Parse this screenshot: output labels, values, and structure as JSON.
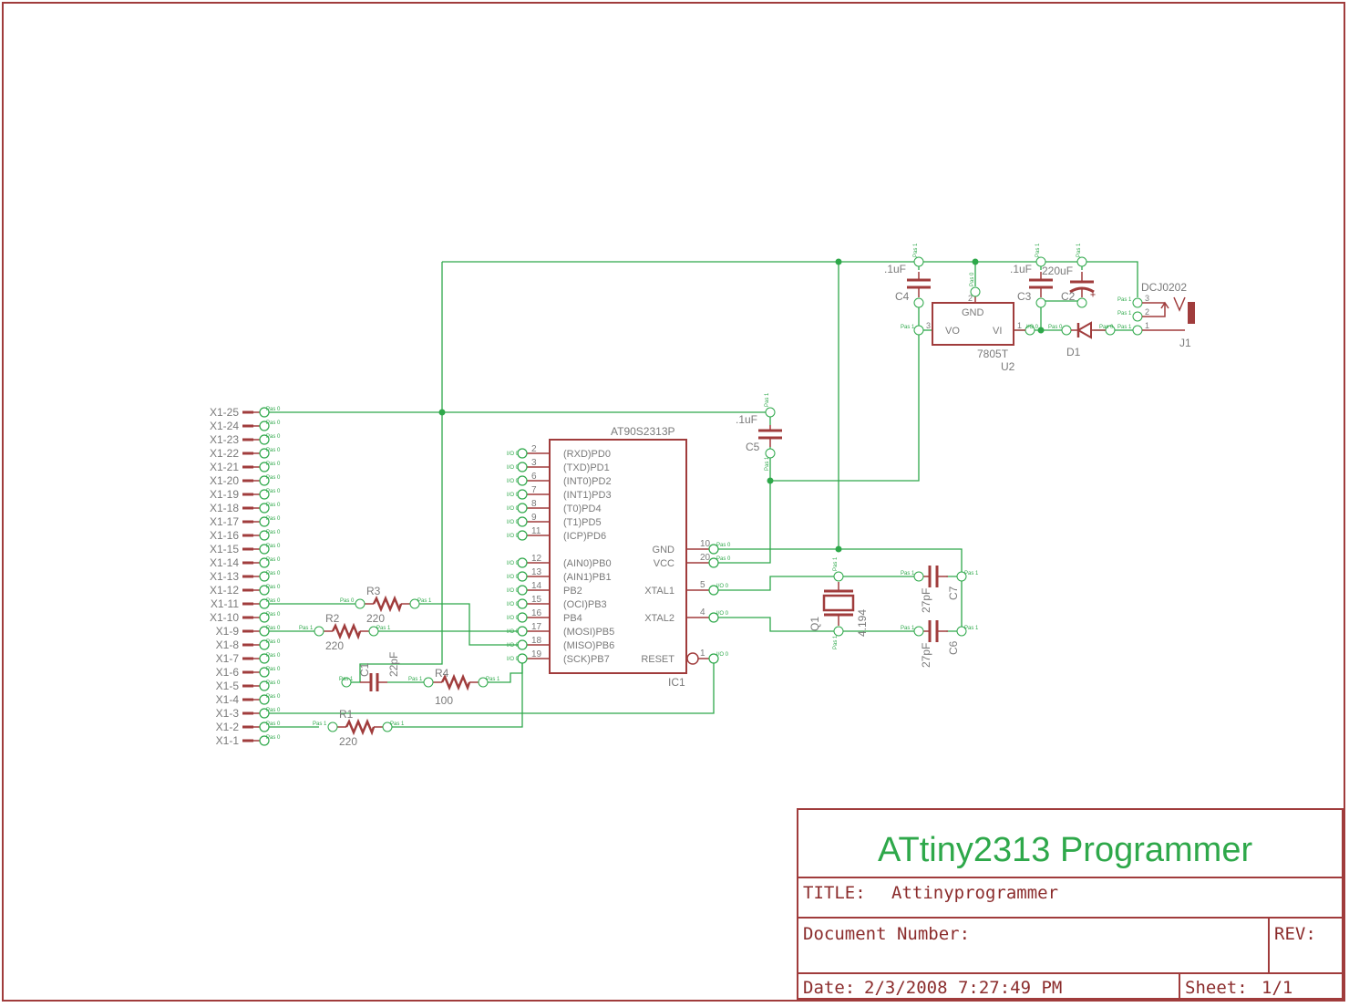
{
  "colors": {
    "frame": "#a03c3c",
    "wire": "#2ea84a",
    "text": "#7a7a7a",
    "title_text": "#2ea84a"
  },
  "title_block": {
    "heading": "ATtiny2313 Programmer",
    "title_label": "TITLE:",
    "title_value": "Attinyprogrammer",
    "docnum_label": "Document Number:",
    "rev_label": "REV:",
    "date_label": "Date:",
    "date_value": "2/3/2008 7:27:49 PM",
    "sheet_label": "Sheet:",
    "sheet_value": "1/1"
  },
  "connector_x1": {
    "pins": [
      "X1-25",
      "X1-24",
      "X1-23",
      "X1-22",
      "X1-21",
      "X1-20",
      "X1-19",
      "X1-18",
      "X1-17",
      "X1-16",
      "X1-15",
      "X1-14",
      "X1-13",
      "X1-12",
      "X1-11",
      "X1-10",
      "X1-9",
      "X1-8",
      "X1-7",
      "X1-6",
      "X1-5",
      "X1-4",
      "X1-3",
      "X1-2",
      "X1-1"
    ],
    "pad_label": "Pas 0"
  },
  "ic1": {
    "part": "AT90S2313P",
    "name": "IC1",
    "left_pins": [
      {
        "num": "2",
        "label": "(RXD)PD0"
      },
      {
        "num": "3",
        "label": "(TXD)PD1"
      },
      {
        "num": "6",
        "label": "(INT0)PD2"
      },
      {
        "num": "7",
        "label": "(INT1)PD3"
      },
      {
        "num": "8",
        "label": "(T0)PD4"
      },
      {
        "num": "9",
        "label": "(T1)PD5"
      },
      {
        "num": "11",
        "label": "(ICP)PD6"
      },
      {
        "num": "12",
        "label": "(AIN0)PB0"
      },
      {
        "num": "13",
        "label": "(AIN1)PB1"
      },
      {
        "num": "14",
        "label": "PB2"
      },
      {
        "num": "15",
        "label": "(OCI)PB3"
      },
      {
        "num": "16",
        "label": "PB4"
      },
      {
        "num": "17",
        "label": "(MOSI)PB5"
      },
      {
        "num": "18",
        "label": "(MISO)PB6"
      },
      {
        "num": "19",
        "label": "(SCK)PB7"
      }
    ],
    "right_pins": [
      {
        "num": "10",
        "label": "GND"
      },
      {
        "num": "20",
        "label": "VCC"
      },
      {
        "num": "5",
        "label": "XTAL1"
      },
      {
        "num": "4",
        "label": "XTAL2"
      },
      {
        "num": "1",
        "label": "RESET"
      }
    ],
    "io_label": "I/O 0"
  },
  "components": {
    "r1": {
      "name": "R1",
      "value": "220"
    },
    "r2": {
      "name": "R2",
      "value": "220"
    },
    "r3": {
      "name": "R3",
      "value": "220"
    },
    "r4": {
      "name": "R4",
      "value": "100"
    },
    "c1": {
      "name": "C1",
      "value": "22pF"
    },
    "c2": {
      "name": "C2",
      "value": "220uF"
    },
    "c3": {
      "name": "C3",
      "value": ".1uF"
    },
    "c4": {
      "name": "C4",
      "value": ".1uF"
    },
    "c5": {
      "name": "C5",
      "value": ".1uF"
    },
    "c6": {
      "name": "C6",
      "value": "27pF"
    },
    "c7": {
      "name": "C7",
      "value": "27pF"
    },
    "q1": {
      "name": "Q1",
      "value": "4.194"
    },
    "d1": {
      "name": "D1"
    },
    "u2": {
      "name": "U2",
      "part": "7805T",
      "gnd": "GND",
      "vo": "VO",
      "vi": "VI"
    },
    "j1": {
      "name": "J1",
      "part": "DCJ0202"
    }
  },
  "pin_labels": {
    "pas0": "Pas 0",
    "pas1": "Pas 1",
    "io0": "I/O 0",
    "n1": "1",
    "n2": "2",
    "n3": "3"
  }
}
